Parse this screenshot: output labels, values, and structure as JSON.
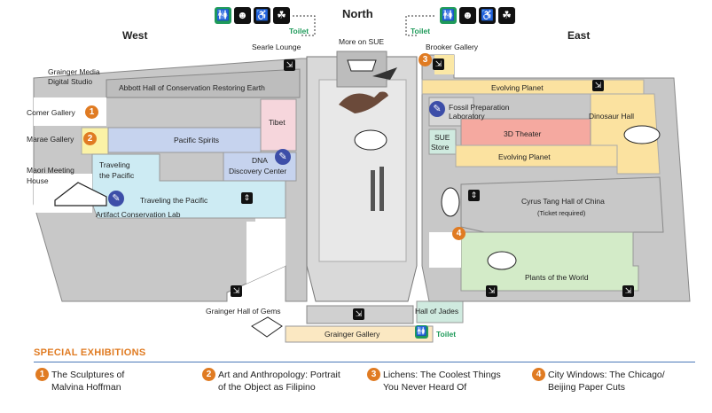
{
  "directions": {
    "north": "North",
    "west": "West",
    "east": "East"
  },
  "toilets": {
    "left": "Toilet",
    "right": "Toilet",
    "bottom": "Toilet"
  },
  "rooms": {
    "searle_lounge": "Searle Lounge",
    "more_on_sue": "More on SUE",
    "brooker_gallery": "Brooker Gallery",
    "grainger_media_l1": "Grainger Media",
    "grainger_media_l2": "Digital Studio",
    "abbott_hall": "Abbott Hall of Conservation Restoring Earth",
    "comer_gallery": "Comer Gallery",
    "marae_gallery": "Marae Gallery",
    "maori_l1": "Maori Meeting",
    "maori_l2": "House",
    "tibet": "Tibet",
    "pacific_spirits": "Pacific Spirits",
    "dna_l1": "DNA",
    "dna_l2": "Discovery Center",
    "traveling_pacific_l1": "Traveling",
    "traveling_pacific_l2": "the Pacific",
    "traveling_pacific_2": "Traveling the Pacific",
    "artifact_lab": "Artifact Conservation Lab",
    "evolving_planet_top": "Evolving Planet",
    "fossil_lab_l1": "Fossil Preparation",
    "fossil_lab_l2": "Laboratory",
    "theater_3d": "3D Theater",
    "dinosaur_hall": "Dinosaur Hall",
    "sue_store_l1": "SUE",
    "sue_store_l2": "Store",
    "evolving_planet_mid": "Evolving Planet",
    "cyrus_tang": "Cyrus Tang Hall of China",
    "ticket_required": "(Ticket required)",
    "plants_world": "Plants of the World",
    "grainger_hall_gems": "Grainger Hall of Gems",
    "hall_of_jades": "Hall of Jades",
    "grainger_gallery": "Grainger Gallery"
  },
  "map_badges": {
    "comer": "1",
    "marae": "2",
    "brooker": "3",
    "east_four": "4"
  },
  "special_exhibitions": {
    "title": "SPECIAL EXHIBITIONS",
    "items": [
      {
        "num": "1",
        "line1": "The Sculptures of",
        "line2": "Malvina Hoffman"
      },
      {
        "num": "2",
        "line1": "Art and Anthropology: Portrait",
        "line2": "of the Object as Filipino"
      },
      {
        "num": "3",
        "line1": "Lichens: The Coolest Things",
        "line2": "You Never Heard  Of"
      },
      {
        "num": "4",
        "line1": "City Windows: The Chicago/",
        "line2": "Beijing Paper Cuts"
      }
    ]
  },
  "colors": {
    "accent_orange": "#e07b22",
    "toilet_green": "#1f9a5a",
    "rule_blue": "#4a77b8",
    "info_blue": "#3d4ea8"
  },
  "icons": [
    "restroom-icon",
    "baby-changing-icon",
    "wheelchair-icon",
    "water-fountain-icon",
    "elevator-icon",
    "stairs-icon",
    "interactive-station-icon"
  ]
}
